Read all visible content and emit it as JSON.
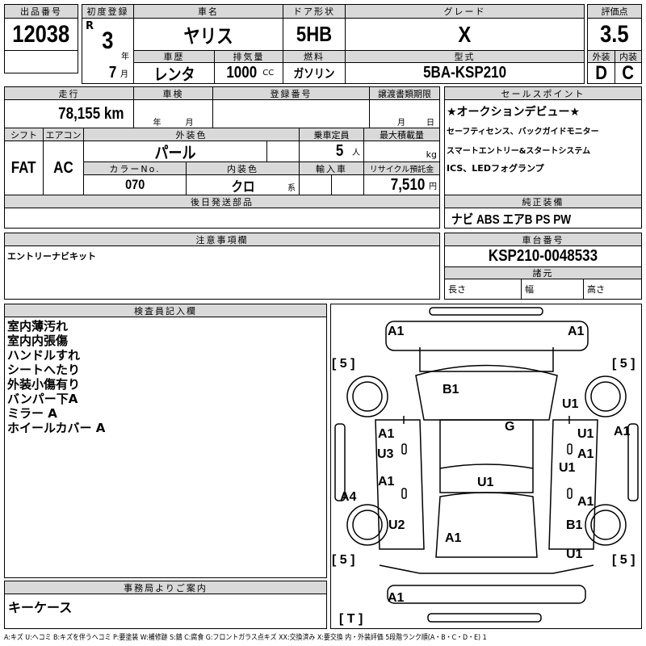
{
  "header": {
    "lot_label": "出品番号",
    "lot_no": "12038",
    "first_reg_label": "初度登録",
    "era": "R",
    "year": "3",
    "year_unit": "年",
    "month": "7",
    "month_unit": "月",
    "name_label": "車名",
    "name": "ヤリス",
    "door_label": "ドア形状",
    "door": "5HB",
    "grade_label": "グレード",
    "grade": "X",
    "history_label": "車歴",
    "history": "レンタ",
    "disp_label": "排気量",
    "disp": "1000",
    "disp_unit": "CC",
    "fuel_label": "燃料",
    "fuel": "ガソリン",
    "model_label": "型式",
    "model": "5BA-KSP210",
    "score_label": "評価点",
    "score": "3.5",
    "ext_label": "外装",
    "int_label": "内装",
    "ext": "D",
    "int": "C"
  },
  "spec": {
    "mileage_label": "走行",
    "mileage": "78,155 km",
    "inspection_label": "車検",
    "insp_year": "年",
    "insp_month": "月",
    "reg_label": "登録番号",
    "transfer_label": "譲渡書類期限",
    "tr_month": "月",
    "tr_day": "日",
    "shift_label": "シフト",
    "shift": "FAT",
    "ac_label": "エアコン",
    "ac": "AC",
    "color_label": "外装色",
    "color": "パール",
    "capacity_label": "乗車定員",
    "capacity": "5",
    "capacity_unit": "人",
    "load_label": "最大積載量",
    "load_unit": "kg",
    "colorno_label": "カラーNo.",
    "colorno": "070",
    "interior_label": "内装色",
    "interior": "クロ",
    "interior_unit": "系",
    "import_label": "輸入車",
    "recycle_label": "リサイクル預託金",
    "recycle": "7,510",
    "recycle_unit": "円",
    "later_label": "後日発送部品"
  },
  "sales": {
    "label": "セールスポイント",
    "items": [
      "★オークションデビュー★",
      "セーフティセンス、バックガイドモニター",
      "スマートエントリー&スタートシステム",
      "ICS、LEDフォグランプ"
    ],
    "equip_label": "純正装備",
    "equip": "ナビ ABS エアB PS PW"
  },
  "notes": {
    "label": "注意事項欄",
    "text": "エントリーナビキット"
  },
  "chassis": {
    "label": "車台番号",
    "value": "KSP210-0048533",
    "spec_label": "諸元",
    "length": "長さ",
    "width": "幅",
    "height": "高さ"
  },
  "inspector": {
    "label": "検査員記入欄",
    "items": [
      "室内薄汚れ",
      "室内内張傷",
      "ハンドルすれ",
      "シートへたり",
      "外装小傷有り",
      "バンパー下A",
      "ミラー A",
      "ホイールカバー A"
    ]
  },
  "office": {
    "label": "事務局よりご案内",
    "text": "キーケース"
  },
  "diagram": {
    "marks": [
      "A1",
      "A1",
      "[ 5 ]",
      "[ 5 ]",
      "B1",
      "U1",
      "G",
      "A1",
      "U1",
      "A1",
      "U3",
      "A1",
      "U1",
      "A1",
      "U1",
      "A4",
      "A1",
      "U2",
      "B1",
      "A1",
      "U1",
      "[ 5 ]",
      "[ 5 ]",
      "A1",
      "[ T ]"
    ]
  },
  "legend": "A:キズ U:ヘコミ B:キズを伴うヘコミ P:要塗装 W:補修跡 S:錆 C:腐食 G:フロントガラス点キズ XX:交換済み X:要交換 内・外装評価 5段階ランク順(A・B・C・D・E) 1"
}
